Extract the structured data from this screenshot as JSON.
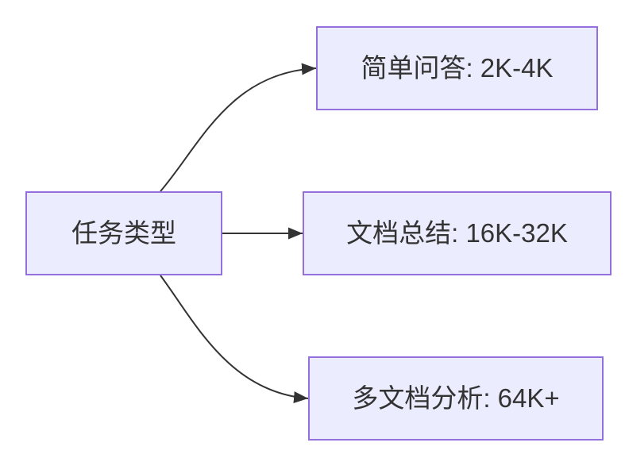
{
  "diagram": {
    "type": "flowchart",
    "direction": "left-to-right",
    "root": {
      "id": "task-type",
      "label": "任务类型"
    },
    "children": [
      {
        "id": "simple-qa",
        "label": "简单问答: 2K-4K"
      },
      {
        "id": "doc-summary",
        "label": "文档总结: 16K-32K"
      },
      {
        "id": "multi-doc",
        "label": "多文档分析: 64K+"
      }
    ],
    "edges": [
      {
        "from": "任务类型",
        "to": "简单问答: 2K-4K",
        "arrow": "filled-triangle"
      },
      {
        "from": "任务类型",
        "to": "文档总结: 16K-32K",
        "arrow": "filled-triangle"
      },
      {
        "from": "任务类型",
        "to": "多文档分析: 64K+",
        "arrow": "filled-triangle"
      }
    ],
    "colors": {
      "background": "#FFFFFF",
      "node_fill": "#ECECFF",
      "node_border": "#9370DB",
      "edge_stroke": "#333333",
      "text": "#333333"
    }
  }
}
